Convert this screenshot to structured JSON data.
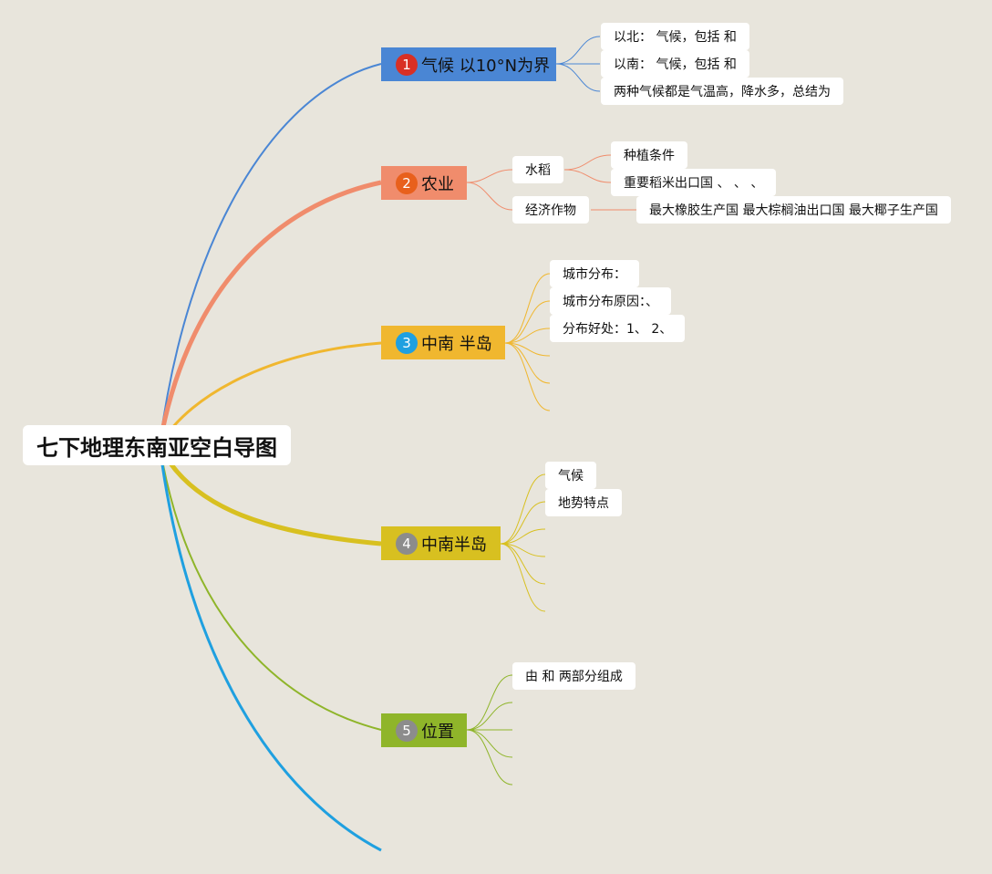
{
  "root": {
    "label": "七下地理东南亚空白导图"
  },
  "branches": [
    {
      "number": "1",
      "label": "气候 以10°N为界",
      "color": "#4a86d4",
      "badge_color": "#d93025",
      "leaves": [
        {
          "label": "以北： 气候，包括 和"
        },
        {
          "label": "以南： 气候，包括 和"
        },
        {
          "label": "两种气候都是气温高，降水多，总结为"
        }
      ]
    },
    {
      "number": "2",
      "label": "农业",
      "color": "#f08c6c",
      "badge_color": "#e8601c",
      "subs": [
        {
          "label": "水稻",
          "leaves": [
            {
              "label": "种植条件"
            },
            {
              "label": "重要稻米出口国 、 、 、"
            }
          ]
        },
        {
          "label": "经济作物",
          "leaves": [
            {
              "label": "最大橡胶生产国 最大棕榈油出口国 最大椰子生产国"
            }
          ]
        }
      ]
    },
    {
      "number": "3",
      "label": "中南 半岛",
      "color": "#f0b72f",
      "badge_color": "#1fa0e0",
      "leaves": [
        {
          "label": "城市分布："
        },
        {
          "label": "城市分布原因：、"
        },
        {
          "label": "分布好处：1、 2、"
        }
      ]
    },
    {
      "number": "4",
      "label": "中南半岛",
      "color": "#d8c020",
      "badge_color": "#8c8c8c",
      "leaves": [
        {
          "label": "气候"
        },
        {
          "label": "地势特点"
        }
      ]
    },
    {
      "number": "5",
      "label": "位置",
      "color": "#8fb52a",
      "badge_color": "#8c8c8c",
      "leaves": [
        {
          "label": "由 和 两部分组成"
        }
      ]
    }
  ],
  "extra_branch_color": "#1fa0e0"
}
